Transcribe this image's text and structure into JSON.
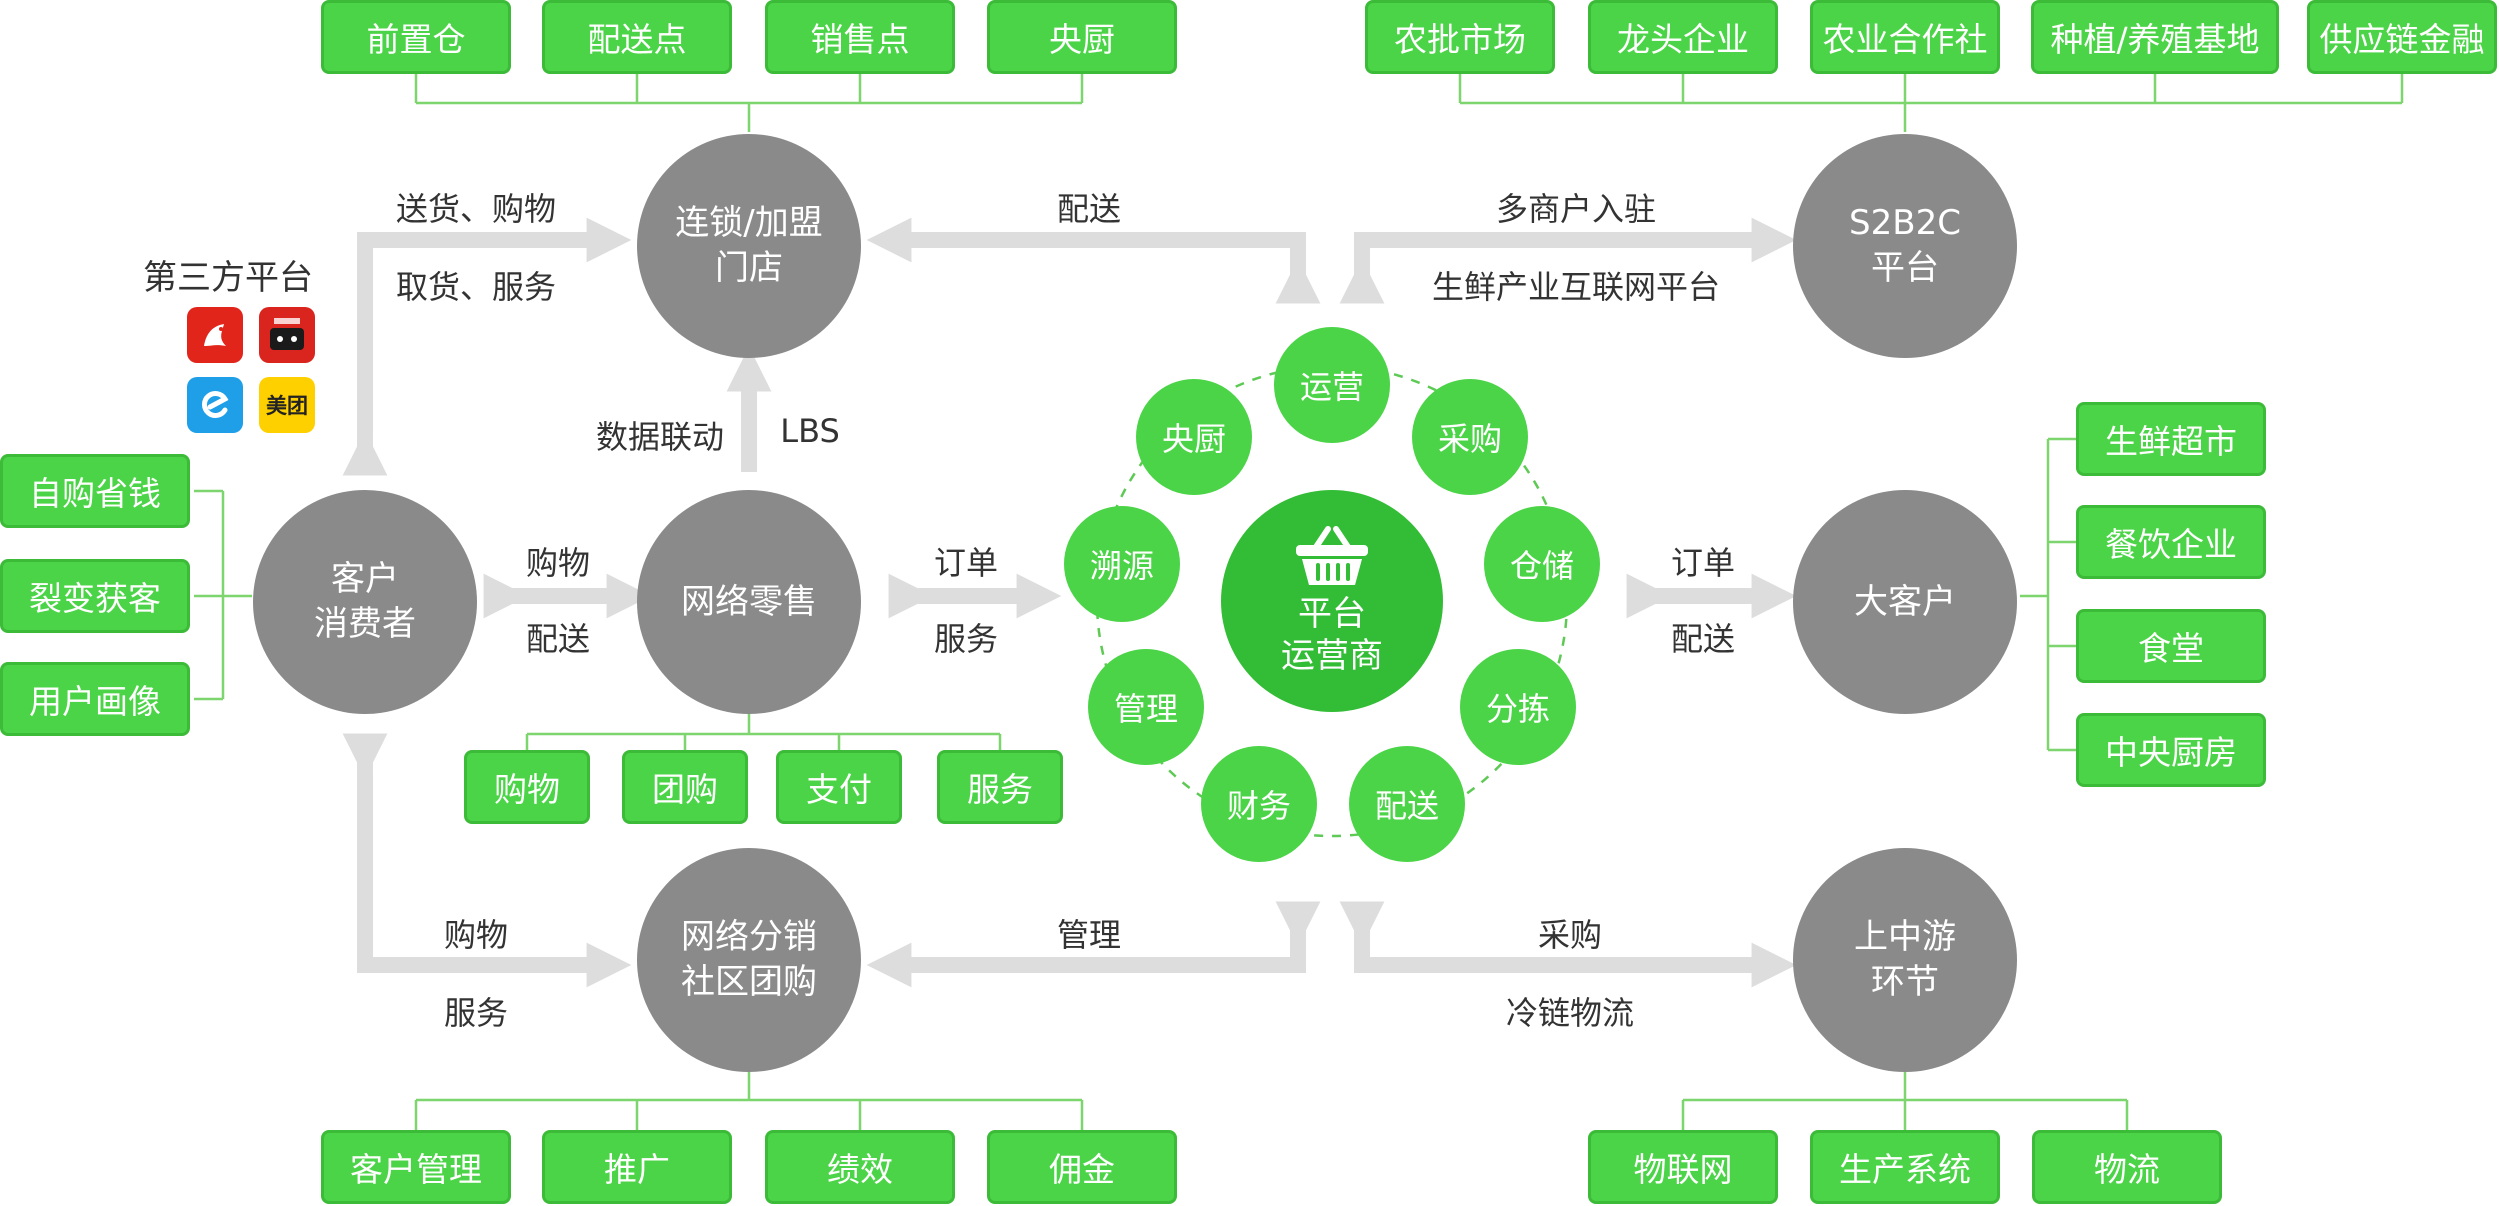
{
  "top_left_boxes": [
    "前置仓",
    "配送点",
    "销售点",
    "央厨"
  ],
  "top_right_boxes": [
    "农批市场",
    "龙头企业",
    "农业合作社",
    "种植/养殖基地",
    "供应链金融"
  ],
  "left_boxes": [
    "自购省钱",
    "裂变获客",
    "用户画像"
  ],
  "right_boxes": [
    "生鲜超市",
    "餐饮企业",
    "食堂",
    "中央厨房"
  ],
  "retail_boxes": [
    "购物",
    "团购",
    "支付",
    "服务"
  ],
  "bottom_left_boxes": [
    "客户管理",
    "推广",
    "绩效",
    "佣金"
  ],
  "bottom_right_boxes": [
    "物联网",
    "生产系统",
    "物流"
  ],
  "circles": {
    "store": [
      "连锁/加盟",
      "门店"
    ],
    "s2b2c": [
      "S2B2C",
      "平台"
    ],
    "customer": [
      "客户",
      "消费者"
    ],
    "retail": [
      "网络零售"
    ],
    "big_client": [
      "大客户"
    ],
    "distribution": [
      "网络分销",
      "社区团购"
    ],
    "upstream": [
      "上中游",
      "环节"
    ]
  },
  "platform": {
    "center": [
      "平台",
      "运营商"
    ],
    "center_icon": "shopping-basket-icon",
    "ring": [
      "运营",
      "采购",
      "仓储",
      "分拣",
      "配送",
      "财务",
      "管理",
      "溯源",
      "央厨"
    ]
  },
  "third_party": {
    "title": "第三方平台",
    "apps": [
      {
        "name": "jd-icon",
        "color": "#e1251b"
      },
      {
        "name": "tmall-icon",
        "color": "#d9251d"
      },
      {
        "name": "eleme-icon",
        "color": "#1e9fe7"
      },
      {
        "name": "meituan-icon",
        "color": "#ffd000",
        "label": "美团"
      }
    ]
  },
  "arrow_labels": {
    "send_shop": "送货、购物",
    "pickup_service": "取货、服务",
    "delivery_top": "配送",
    "multi_merchant": "多商户入驻",
    "fresh_platform": "生鲜产业互联网平台",
    "data_link": "数据联动",
    "lbs": "LBS",
    "shopping_mid": "购物",
    "delivery_mid": "配送",
    "order_left": "订单",
    "service_left": "服务",
    "order_right": "订单",
    "delivery_right": "配送",
    "shopping_bottom": "购物",
    "service_bottom": "服务",
    "manage_bottom": "管理",
    "purchase_bottom": "采购",
    "cold_chain": "冷链物流"
  },
  "colors": {
    "green_box": "#4cd448",
    "green_core": "#33bd36",
    "gray_circle": "#8a8a8a",
    "arrow": "#dddddd",
    "connector": "#7dd56e"
  }
}
